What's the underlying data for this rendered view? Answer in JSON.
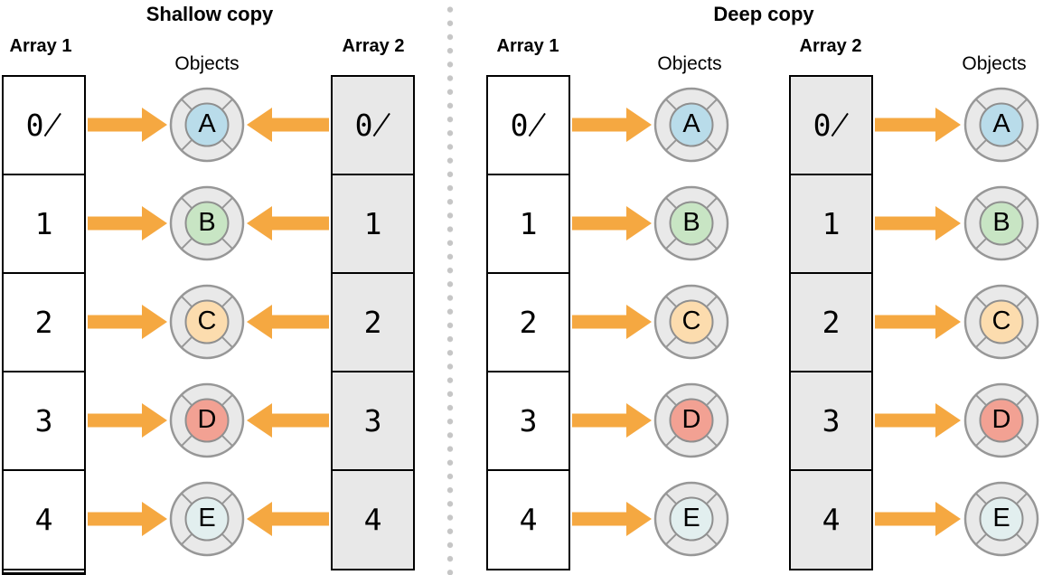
{
  "shallow": {
    "title": "Shallow copy",
    "array1": {
      "label": "Array 1",
      "cells": [
        "0̸",
        "1",
        "2",
        "3",
        "4"
      ]
    },
    "array2": {
      "label": "Array 2",
      "cells": [
        "0̸",
        "1",
        "2",
        "3",
        "4"
      ]
    },
    "objects": {
      "label": "Objects",
      "items": [
        {
          "name": "A",
          "color": "#b9dcea"
        },
        {
          "name": "B",
          "color": "#c8e5c4"
        },
        {
          "name": "C",
          "color": "#fcdcae"
        },
        {
          "name": "D",
          "color": "#f2a193"
        },
        {
          "name": "E",
          "color": "#e2efef"
        }
      ]
    }
  },
  "deep": {
    "title": "Deep copy",
    "array1": {
      "label": "Array 1",
      "cells": [
        "0̸",
        "1",
        "2",
        "3",
        "4"
      ]
    },
    "array2": {
      "label": "Array 2",
      "cells": [
        "0̸",
        "1",
        "2",
        "3",
        "4"
      ]
    },
    "objects1": {
      "label": "Objects",
      "items": [
        {
          "name": "A",
          "color": "#b9dcea"
        },
        {
          "name": "B",
          "color": "#c8e5c4"
        },
        {
          "name": "C",
          "color": "#fcdcae"
        },
        {
          "name": "D",
          "color": "#f2a193"
        },
        {
          "name": "E",
          "color": "#e2efef"
        }
      ]
    },
    "objects2": {
      "label": "Objects",
      "items": [
        {
          "name": "A",
          "color": "#b9dcea"
        },
        {
          "name": "B",
          "color": "#c8e5c4"
        },
        {
          "name": "C",
          "color": "#fcdcae"
        },
        {
          "name": "D",
          "color": "#f2a193"
        },
        {
          "name": "E",
          "color": "#e2efef"
        }
      ]
    }
  },
  "colors": {
    "arrow": "#f5a841",
    "array_cell_white": "#ffffff",
    "array_cell_gray": "#e8e8e8",
    "cell_border": "#000000",
    "object_outer_fill": "#e9e9e9",
    "object_stroke": "#979797",
    "object_inner_stroke": "#8f8f8f",
    "divider_dot": "#c6c6c6"
  }
}
